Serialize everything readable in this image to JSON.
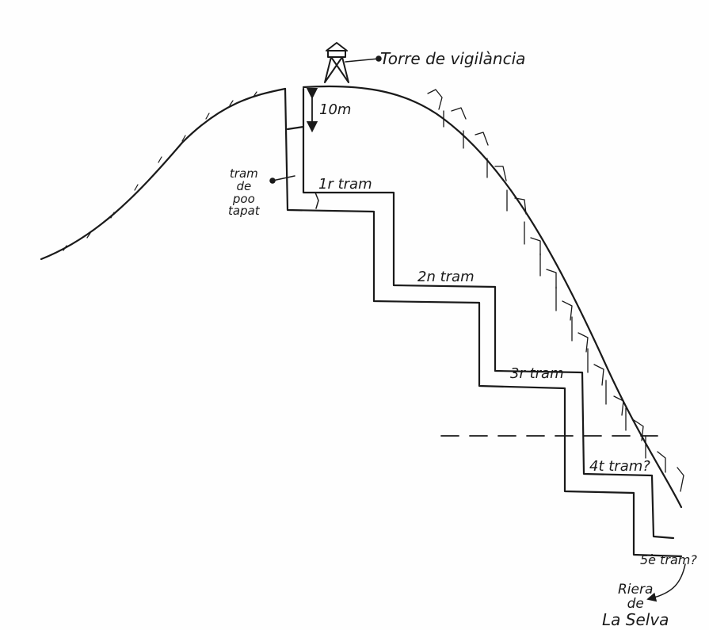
{
  "diagram": {
    "tower_label": "Torre de vigilància",
    "height_label": "10m",
    "covered_shaft_label": [
      "tram",
      "de",
      "poo",
      "tapat"
    ],
    "sections": [
      "1r tram",
      "2n tram",
      "3r tram",
      "4t tram?",
      "5è tram?"
    ],
    "river_label": [
      "Riera",
      "de",
      "La Selva"
    ],
    "colors": {
      "ink": "#1a1a1a",
      "paper": "#fefefe"
    }
  }
}
